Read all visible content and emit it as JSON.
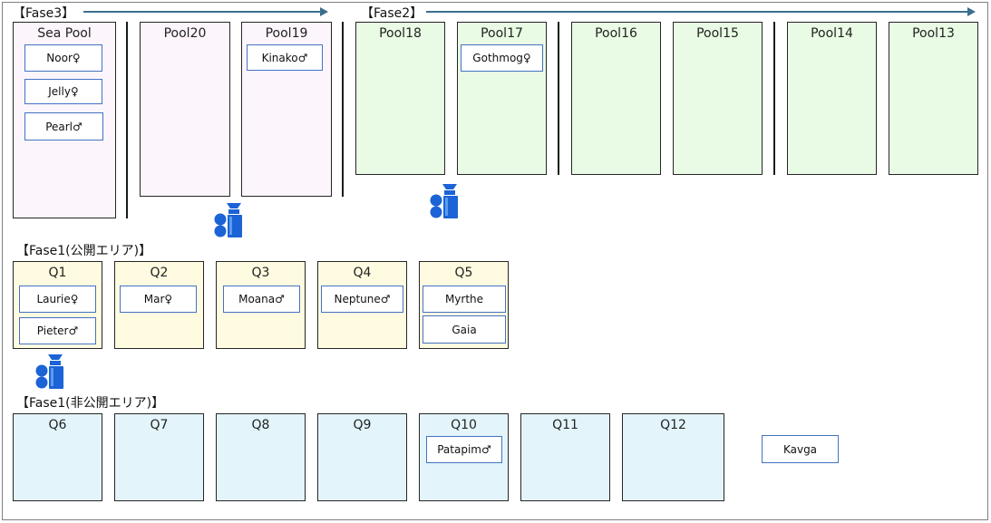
{
  "phases": {
    "fase3": "【Fase3】",
    "fase2": "【Fase2】",
    "fase1_public": "【Fase1(公開エリア)】",
    "fase1_private": "【Fase1(非公開エリア)】"
  },
  "pools": {
    "sea_pool": {
      "title": "Sea Pool",
      "animals": [
        "Noor♀",
        "Jelly♀",
        "Pearl♂"
      ]
    },
    "pool20": {
      "title": "Pool20"
    },
    "pool19": {
      "title": "Pool19",
      "animals": [
        "Kinako♂"
      ]
    },
    "pool18": {
      "title": "Pool18"
    },
    "pool17": {
      "title": "Pool17",
      "animals": [
        "Gothmog♀"
      ]
    },
    "pool16": {
      "title": "Pool16"
    },
    "pool15": {
      "title": "Pool15"
    },
    "pool14": {
      "title": "Pool14"
    },
    "pool13": {
      "title": "Pool13"
    }
  },
  "quarantine_public": {
    "q1": {
      "title": "Q1",
      "animals": [
        "Laurie♀",
        "Pieter♂"
      ]
    },
    "q2": {
      "title": "Q2",
      "animals": [
        "Mar♀"
      ]
    },
    "q3": {
      "title": "Q3",
      "animals": [
        "Moana♂"
      ]
    },
    "q4": {
      "title": "Q4",
      "animals": [
        "Neptune♂"
      ]
    },
    "q5": {
      "title": "Q5",
      "animals": [
        "Myrthe",
        "Gaia"
      ]
    }
  },
  "quarantine_private": {
    "q6": {
      "title": "Q6"
    },
    "q7": {
      "title": "Q7"
    },
    "q8": {
      "title": "Q8"
    },
    "q9": {
      "title": "Q9"
    },
    "q10": {
      "title": "Q10",
      "animals": [
        "Patapim♂"
      ]
    },
    "q11": {
      "title": "Q11"
    },
    "q12": {
      "title": "Q12"
    }
  },
  "outside": {
    "animals": [
      "Kavga"
    ]
  },
  "colors": {
    "tag_border": "#4472c4",
    "arrow": "#3b6e8f",
    "pool_pink": "#fdf5fc",
    "pool_green": "#e9fbe4",
    "q_yellow": "#fffbe1",
    "q_blue": "#e3f5fb",
    "robot": "#1b63d6"
  },
  "icons": {
    "camera": "camera-robot-icon"
  }
}
